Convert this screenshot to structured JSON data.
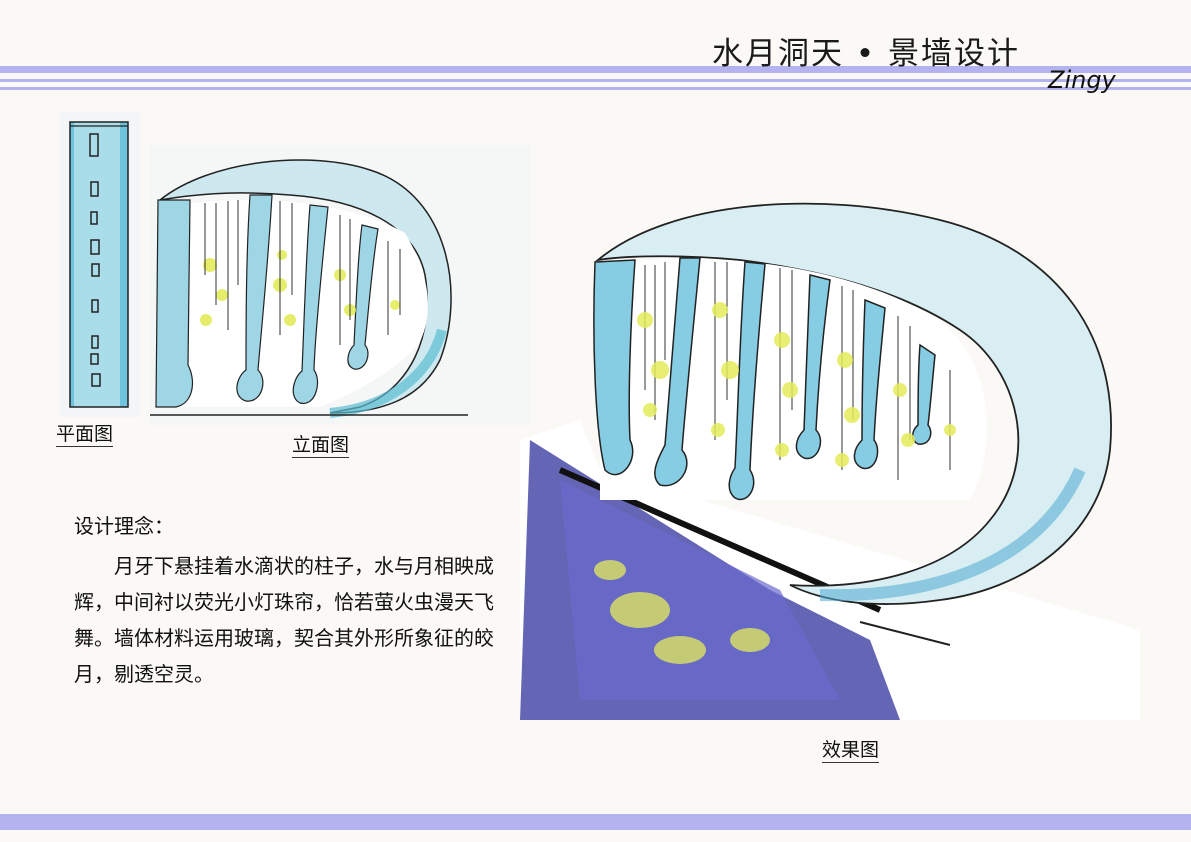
{
  "header": {
    "title": "水月洞天 • 景墙设计",
    "author": "Zingy"
  },
  "captions": {
    "plan": "平面图",
    "elevation": "立面图",
    "effect": "效果图"
  },
  "concept": {
    "title": "设计理念：",
    "body": "月牙下悬挂着水滴状的柱子，水与月相映成辉，中间衬以荧光小灯珠帘，恰若萤火虫漫天飞舞。墙体材料运用玻璃，契合其外形所象征的皎月，剔透空灵。"
  },
  "colors": {
    "band": "#b3b3ef",
    "paper": "#fbf9f5",
    "glass": "#c9e9ee",
    "water": "#4ca9cf",
    "firefly": "#e4ec5a",
    "ground": "#4a4aa8"
  }
}
